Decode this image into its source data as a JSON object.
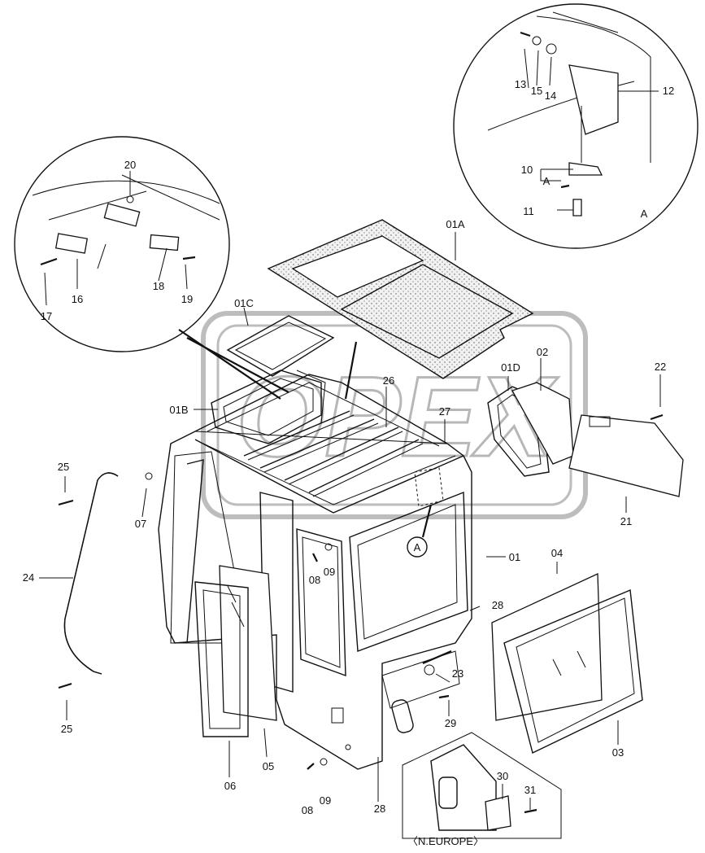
{
  "labels": {
    "p01": "01",
    "p01A": "01A",
    "p01B": "01B",
    "p01C": "01C",
    "p01D": "01D",
    "p02": "02",
    "p03": "03",
    "p04": "04",
    "p05": "05",
    "p06": "06",
    "p07": "07",
    "p08a": "08",
    "p08b": "08",
    "p09a": "09",
    "p09b": "09",
    "p10": "10",
    "p11": "11",
    "p12": "12",
    "p13": "13",
    "p14": "14",
    "p15": "15",
    "p16": "16",
    "p17": "17",
    "p18": "18",
    "p19": "19",
    "p20": "20",
    "p21": "21",
    "p22": "22",
    "p23": "23",
    "p24": "24",
    "p25a": "25",
    "p25b": "25",
    "p26": "26",
    "p27": "27",
    "p28a": "28",
    "p28b": "28",
    "p29": "29",
    "p30": "30",
    "p31": "31",
    "detailA": "A",
    "detailA_ref": "A",
    "detailA_marker": "A",
    "neurope": "〈N.EUROPE〉"
  },
  "watermark": "OPEX"
}
